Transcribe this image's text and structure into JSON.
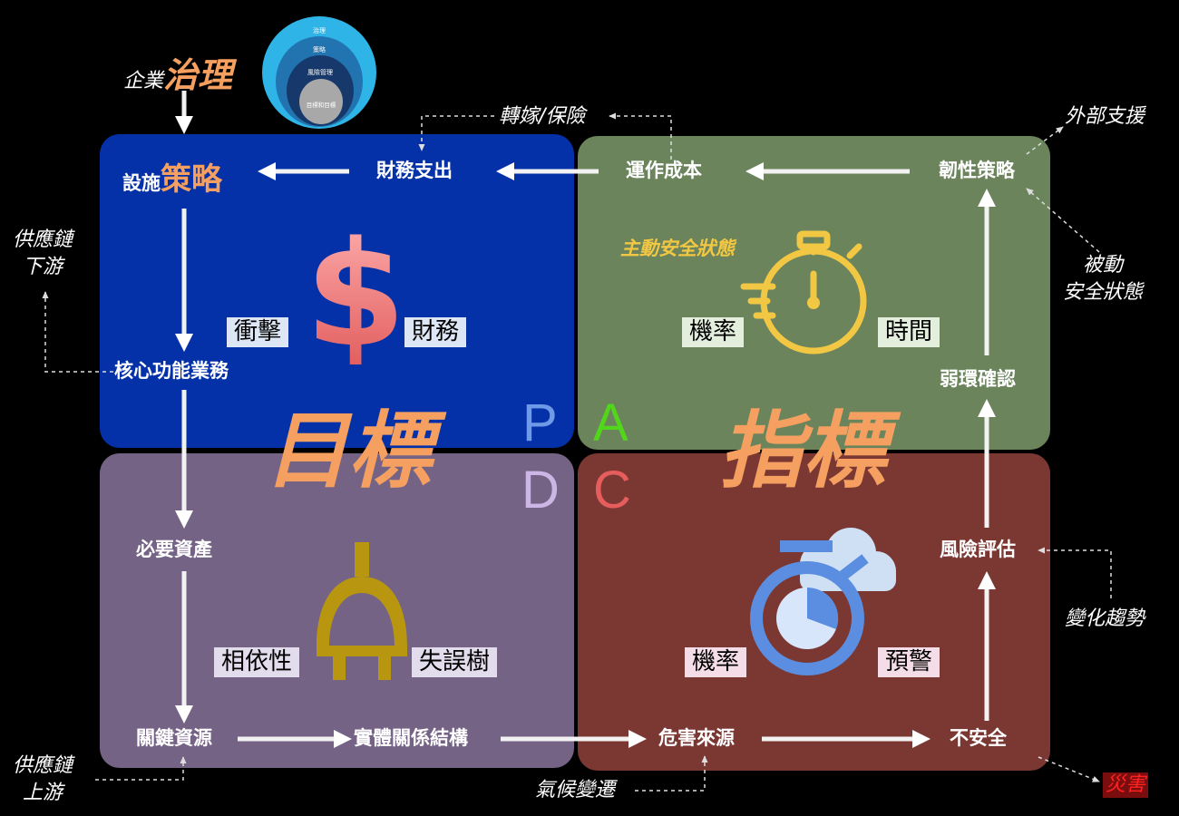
{
  "colors": {
    "plan": "#0431a7",
    "act": "#6b845c",
    "do": "#756386",
    "check": "#7b3833",
    "accent_orange": "#f5a060",
    "label_blue_bg": "#dde6f5",
    "label_green_bg": "#e3eedd",
    "label_purple_bg": "#e3dced",
    "label_pink_bg": "#f4dde6",
    "yellow": "#f2c744",
    "disaster_bg": "#7a0d0d",
    "disaster_text": "#ff2222"
  },
  "top": {
    "enterprise_prefix": "企業",
    "governance": "治理",
    "onion_layers": [
      "治理",
      "策略",
      "風險管理",
      "目標和目標"
    ]
  },
  "plan": {
    "letter": "P",
    "facility_prefix": "設施",
    "strategy": "策略",
    "finance_spend": "財務支出",
    "core_business": "核心功能業務",
    "impact_label": "衝擊",
    "finance_label": "財務",
    "icon": "dollar-icon"
  },
  "act": {
    "letter": "A",
    "operating_cost": "運作成本",
    "resilience_strategy": "韌性策略",
    "weak_loop": "弱環確認",
    "active_state": "主動安全狀態",
    "probability_label": "機率",
    "time_label": "時間",
    "icon": "stopwatch-icon"
  },
  "do": {
    "letter": "D",
    "required_assets": "必要資產",
    "key_resources": "關鍵資源",
    "physical_structure": "實體關係結構",
    "dependency_label": "相依性",
    "fault_tree_label": "失誤樹",
    "icon": "plug-icon"
  },
  "check": {
    "letter": "C",
    "hazard_source": "危害來源",
    "unsafe": "不安全",
    "risk_assessment": "風險評估",
    "probability_label": "機率",
    "warning_label": "預警",
    "icon": "weather-warning-icon"
  },
  "center": {
    "goal": "目標",
    "indicator": "指標"
  },
  "external": {
    "transfer_insurance": "轉嫁/保險",
    "external_support": "外部支援",
    "passive_line1": "被動",
    "passive_line2": "安全狀態",
    "downstream_line1": "供應鏈",
    "downstream_line2": "下游",
    "upstream_line1": "供應鏈",
    "upstream_line2": "上游",
    "change_trend": "變化趨勢",
    "climate_change": "氣候變遷",
    "disaster": "災害"
  }
}
